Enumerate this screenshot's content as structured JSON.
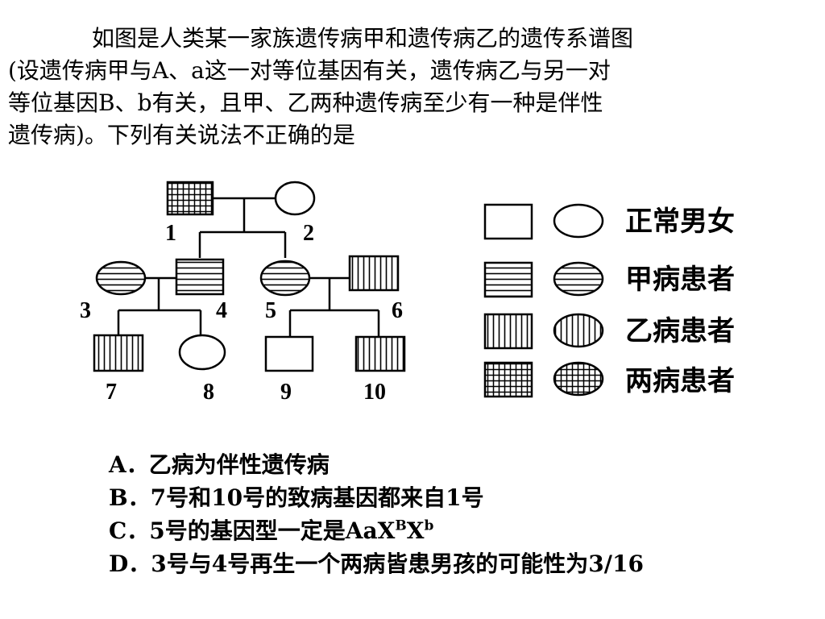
{
  "question": {
    "lines": [
      "如图是人类某一家族遗传病甲和遗传病乙的遗传系谱图",
      "(设遗传病甲与A、a这一对等位基因有关，遗传病乙与另一对",
      "等位基因B、b有关，且甲、乙两种遗传病至少有一种是伴性",
      "遗传病)。下列有关说法不正确的是"
    ]
  },
  "pedigree": {
    "individuals": [
      {
        "id": "1",
        "sex": "male",
        "status": "both"
      },
      {
        "id": "2",
        "sex": "female",
        "status": "normal"
      },
      {
        "id": "3",
        "sex": "female",
        "status": "jia"
      },
      {
        "id": "4",
        "sex": "male",
        "status": "jia"
      },
      {
        "id": "5",
        "sex": "female",
        "status": "jia"
      },
      {
        "id": "6",
        "sex": "male",
        "status": "yi"
      },
      {
        "id": "7",
        "sex": "male",
        "status": "yi"
      },
      {
        "id": "8",
        "sex": "female",
        "status": "normal"
      },
      {
        "id": "9",
        "sex": "male",
        "status": "normal"
      },
      {
        "id": "10",
        "sex": "male",
        "status": "yi"
      }
    ],
    "legend": [
      {
        "label": "正常男女",
        "status": "normal"
      },
      {
        "label": "甲病患者",
        "status": "jia"
      },
      {
        "label": "乙病患者",
        "status": "yi"
      },
      {
        "label": "两病患者",
        "status": "both"
      }
    ]
  },
  "options": [
    {
      "letter": "A．",
      "text": "乙病为伴性遗传病"
    },
    {
      "letter": "B．",
      "text": "7号和10号的致病基因都来自1号"
    },
    {
      "letter": "C．",
      "text": "5号的基因型一定是AaX",
      "sup1": "B",
      "mid": "X",
      "sup2": "b"
    },
    {
      "letter": "D．",
      "text": "3号与4号再生一个两病皆患男孩的可能性为3/16"
    }
  ]
}
